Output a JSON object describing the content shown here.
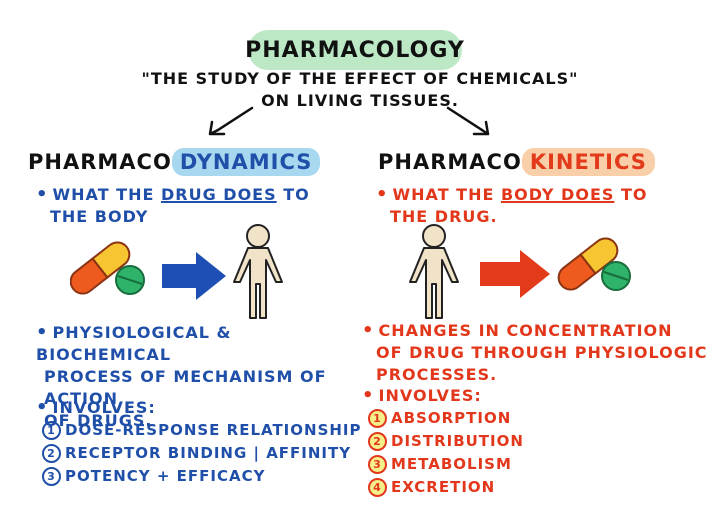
{
  "title": "PHARMACOLOGY",
  "definition": {
    "line1": "\"THE STUDY OF THE EFFECT OF CHEMICALS\"",
    "line2": "ON LIVING TISSUES."
  },
  "left": {
    "header_prefix": "PHARMACO",
    "header_highlight": "DYNAMICS",
    "what_prefix": "WHAT THE ",
    "what_underlined": "DRUG DOES",
    "what_suffix": " TO",
    "what_line2": "THE BODY",
    "desc_line1_a": "PHYSIOLOGICAL",
    "desc_amp": "&",
    "desc_line1_b": "BIOCHEMICAL",
    "desc_line2": "PROCESS OF MECHANISM OF ACTION",
    "desc_line3": "OF DRUGS.",
    "involves_label": "INVOLVES:",
    "items": [
      {
        "num": "1",
        "text": "DOSE-RESPONSE RELATIONSHIP"
      },
      {
        "num": "2",
        "text": "RECEPTOR BINDING | AFFINITY"
      },
      {
        "num": "3",
        "text": "POTENCY + EFFICACY"
      }
    ]
  },
  "right": {
    "header_prefix": "PHARMACO",
    "header_highlight": "KINETICS",
    "what_prefix": "WHAT THE ",
    "what_underlined": "BODY DOES",
    "what_suffix": " TO",
    "what_line2": "THE DRUG.",
    "desc_line1": "CHANGES IN CONCENTRATION",
    "desc_line2": "OF DRUG THROUGH PHYSIOLOGIC",
    "desc_line3": "PROCESSES.",
    "involves_label": "INVOLVES:",
    "items": [
      {
        "num": "1",
        "text": "ABSORPTION"
      },
      {
        "num": "2",
        "text": "DISTRIBUTION"
      },
      {
        "num": "3",
        "text": "METABOLISM"
      },
      {
        "num": "4",
        "text": "EXCRETION"
      }
    ]
  },
  "colors": {
    "blue_text": "#1f4fa8",
    "red_text": "#e2371b",
    "title_highlight": "#bde8c6",
    "dynamics_highlight": "#a7d8ef",
    "kinetics_highlight": "#f8cfa8",
    "figure_fill": "#f1e3c8",
    "blue_arrow": "#1e4fb4",
    "red_arrow": "#e23a1b"
  }
}
